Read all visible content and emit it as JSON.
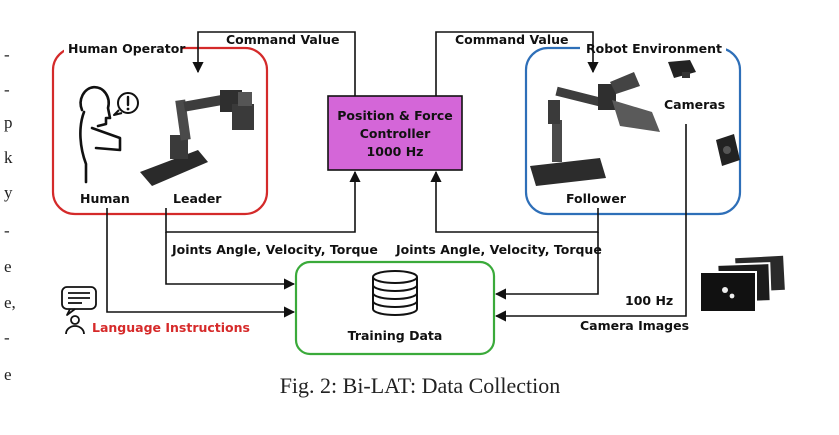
{
  "margin_text": [
    "-",
    "-",
    "p",
    "k",
    "y",
    "-",
    "e",
    "e,",
    "-",
    "e"
  ],
  "labels": {
    "command_value_left": "Command Value",
    "command_value_right": "Command Value",
    "human_operator": "Human Operator",
    "robot_environment": "Robot Environment",
    "human": "Human",
    "leader": "Leader",
    "follower": "Follower",
    "cameras": "Cameras",
    "joints_left": "Joints Angle, Velocity, Torque",
    "joints_right": "Joints Angle, Velocity, Torque",
    "hz_100": "100 Hz",
    "camera_images": "Camera Images",
    "language_instructions": "Language Instructions"
  },
  "controller": {
    "line1": "Position & Force",
    "line2": "Controller",
    "line3": "1000 Hz"
  },
  "training": {
    "label": "Training Data"
  },
  "caption": "Fig. 2: Bi-LAT: Data Collection",
  "colors": {
    "human_box": "#d42a2a",
    "robot_box": "#2e6fb8",
    "controller_fill": "#d466d8",
    "training_box": "#3aaa3a",
    "language_text": "#d62a2a"
  }
}
